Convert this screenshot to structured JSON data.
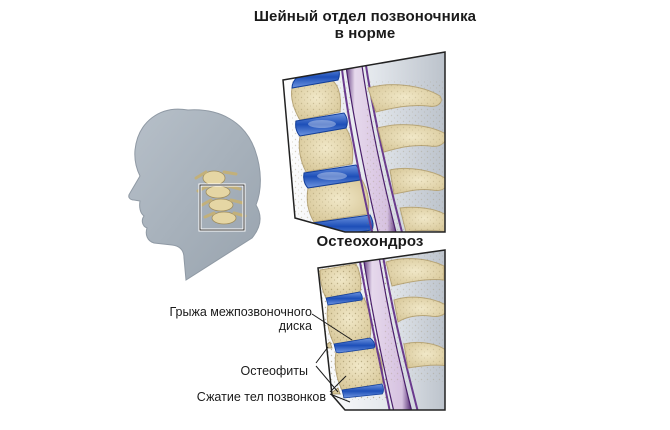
{
  "titles": {
    "normal": "Шейный отдел позвоночника\nв норме",
    "osteochondrosis": "Остеохондроз"
  },
  "labels": {
    "hernia": "Грыжа межпозвоночного\nдиска",
    "osteophytes": "Остеофиты",
    "compression": "Сжатие тел позвонков"
  },
  "colors": {
    "head": "#a9b3bd",
    "bone": "#e8dcb4",
    "bone_edge": "#b8a679",
    "disc": "#2a5cc0",
    "spinal_cord": "#d8c6df",
    "cord_edge": "#5b2f7a",
    "panel_border": "#222222",
    "background_shade": "#c9cfd6"
  }
}
